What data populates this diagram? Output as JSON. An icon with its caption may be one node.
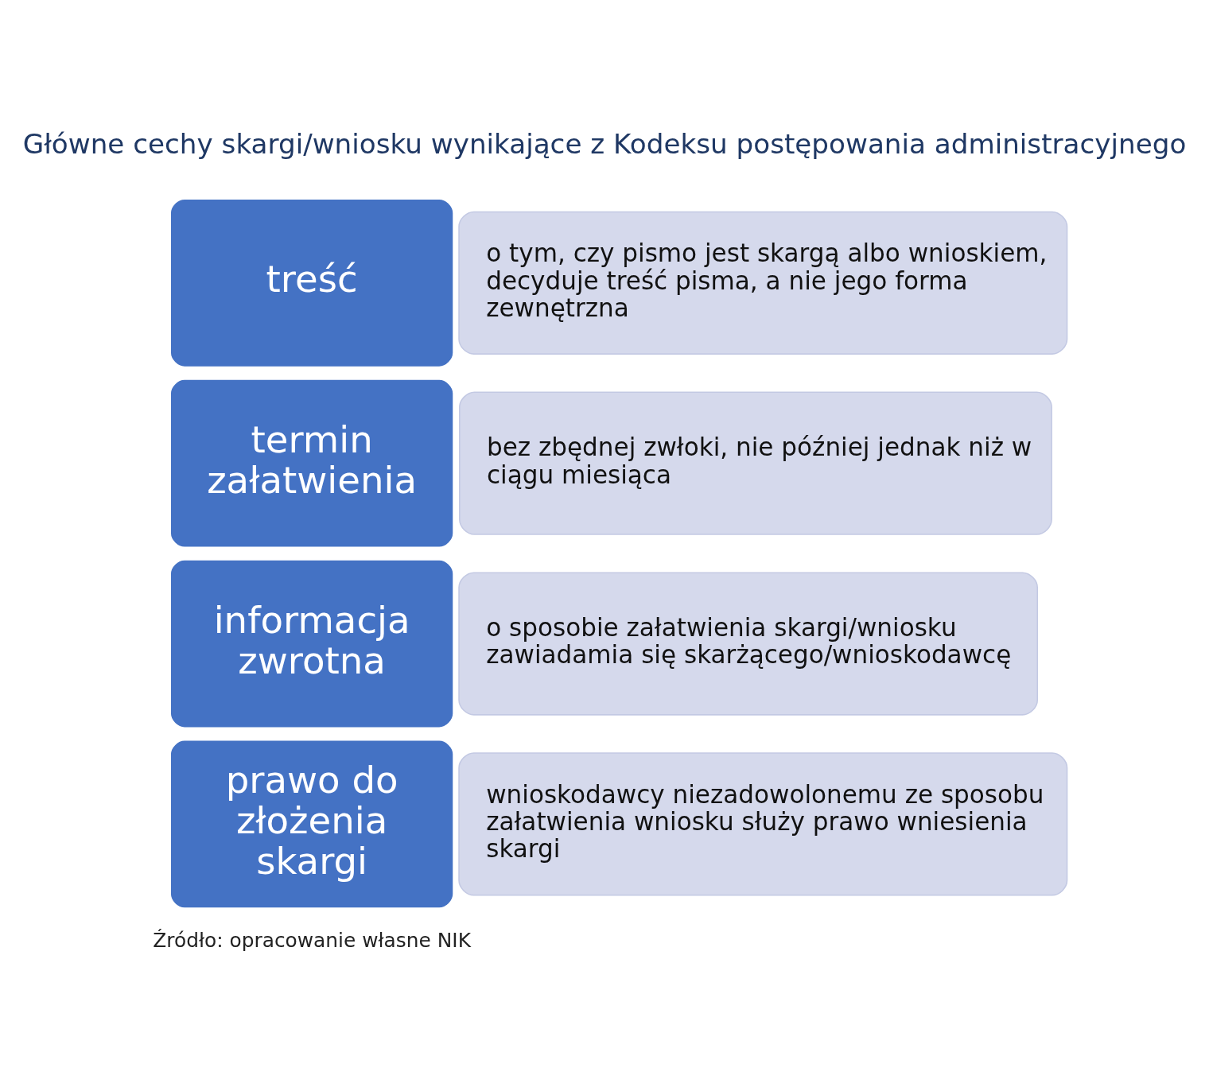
{
  "diagram": {
    "title": "Główne cechy skargi/wniosku wynikające z Kodeksu postępowania administracyjnego",
    "caption": "Źródło: opracowanie własne NIK",
    "nodes": [
      {
        "text": [
          "treść"
        ]
      },
      {
        "text": [
          "o tym, czy pismo jest skargą albo wnioskiem, decyduje treść pisma, a nie jego forma zewnętrzna"
        ]
      },
      {
        "text": [
          "termin załatwienia"
        ]
      },
      {
        "text": [
          "bez zbędnej zwłoki, nie później jednak niż w ciągu miesiąca"
        ]
      },
      {
        "text": [
          "informacja zwrotna"
        ]
      },
      {
        "text": [
          "o sposobie załatwienia skargi/wniosku zawiadamia się skarżącego/wnioskodawcę"
        ]
      },
      {
        "text": [
          "prawo do złożenia skargi"
        ]
      },
      {
        "text": [
          "wnioskodawcy niezadowolonemu ze sposobu załatwienia wniosku służy prawo wniesienia skargi"
        ]
      }
    ],
    "edges": []
  }
}
